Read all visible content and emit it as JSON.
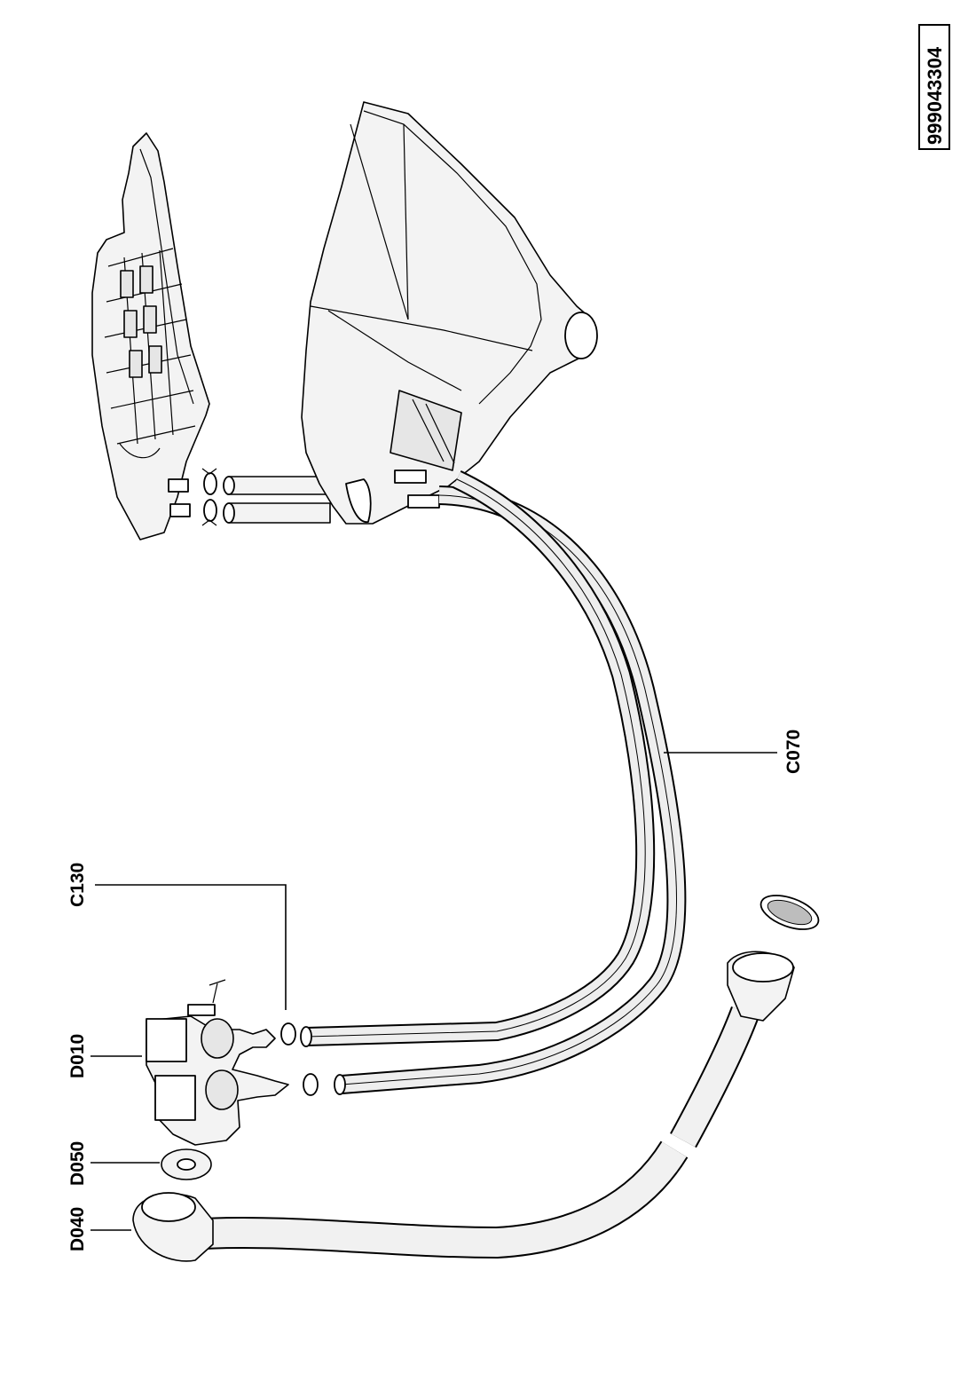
{
  "drawing_number": "999043304",
  "callouts": {
    "c070": "C070",
    "c130": "C130",
    "d010": "D010",
    "d050": "D050",
    "d040": "D040"
  }
}
